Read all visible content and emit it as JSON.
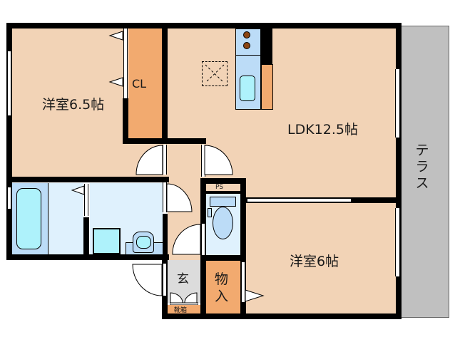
{
  "floor_plan": {
    "rooms": {
      "western_room_1": {
        "label": "洋室6.5帖"
      },
      "closet": {
        "label": "CL"
      },
      "ldk": {
        "label": "LDK12.5帖"
      },
      "western_room_2": {
        "label": "洋室6帖"
      },
      "entrance": {
        "label": "玄"
      },
      "shoe_box": {
        "label": "靴箱"
      },
      "storage": {
        "label_line1": "物",
        "label_line2": "入"
      },
      "pipe_space": {
        "label": "PS"
      },
      "terrace": {
        "label_chars": [
          "テ",
          "ラ",
          "ス"
        ]
      }
    },
    "colors": {
      "room_floor": "#f2d3b6",
      "storage": "#f2aa6f",
      "wet_area": "#dff1fd",
      "bath": "#bcdcf7",
      "fixture": "#aef2fb",
      "entrance": "#dcdcdc",
      "terrace": "#c0c0c0",
      "wall": "#000000",
      "stove_burner": "#8b4513"
    }
  }
}
